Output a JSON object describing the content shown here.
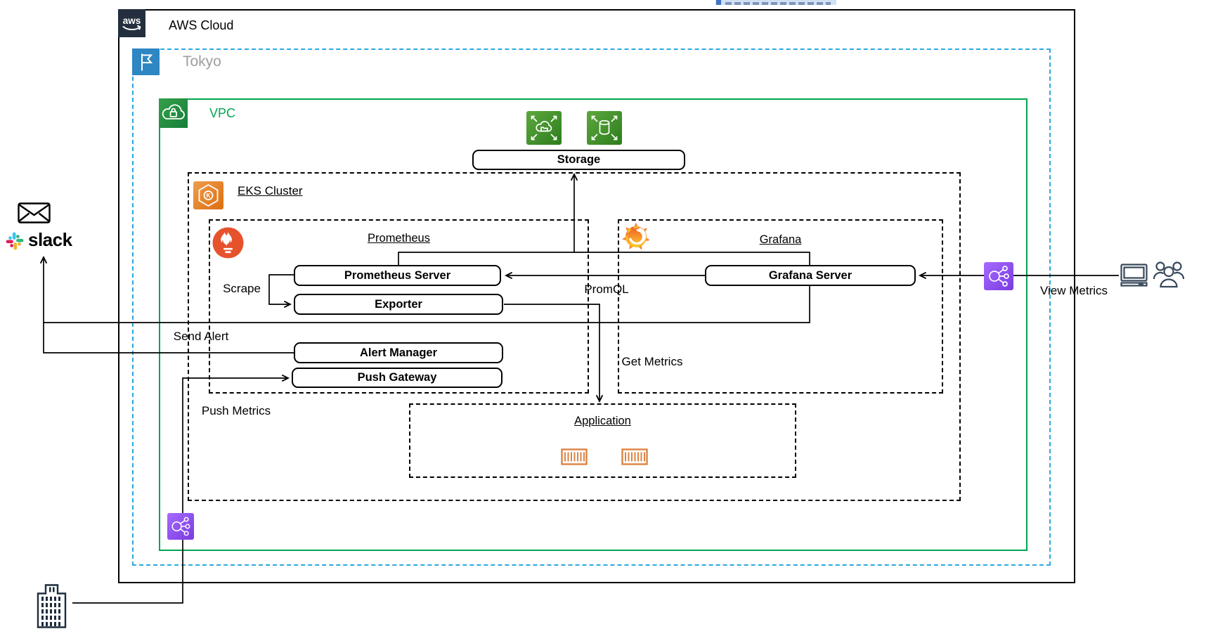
{
  "aws": {
    "logo_text": "aws",
    "cloud_label": "AWS Cloud"
  },
  "region": {
    "label": "Tokyo"
  },
  "vpc": {
    "label": "VPC"
  },
  "eks": {
    "label": "EKS Cluster"
  },
  "groups": {
    "prometheus": "Prometheus",
    "grafana": "Grafana",
    "application": "Application"
  },
  "nodes": {
    "storage": "Storage",
    "prometheus_server": "Prometheus Server",
    "exporter": "Exporter",
    "alert_manager": "Alert Manager",
    "push_gateway": "Push Gateway",
    "grafana_server": "Grafana Server"
  },
  "edges": {
    "scrape": "Scrape",
    "send_alert": "Send Alert",
    "push_metrics": "Push Metrics",
    "promql": "PromQL",
    "get_metrics": "Get Metrics",
    "view_metrics": "View Metrics"
  },
  "external": {
    "slack": "slack"
  },
  "icons": {
    "aws_logo": "aws-smile-logo",
    "region_flag": "region-flag",
    "vpc_cloud": "vpc-cloud-lock",
    "eks": "eks-kubernetes-hexagon",
    "prometheus": "prometheus-torch",
    "grafana": "grafana-spiral",
    "storage_file": "scalable-file-storage",
    "storage_volume": "scalable-block-storage",
    "load_balancer": "elastic-load-balancer",
    "container": "container",
    "mail": "envelope",
    "slack_mark": "slack-logo",
    "company": "office-building",
    "client_pc": "desktop-computer",
    "users": "user-group"
  },
  "colors": {
    "aws_dark": "#232F3E",
    "region_blue": "#2E86C3",
    "region_border_blue": "#2BA9E0",
    "vpc_green": "#00A550",
    "eks_orange": "#ED7100",
    "storage_green": "#3F8624",
    "prometheus_red": "#E6522C",
    "grafana_orange": "#F05A28",
    "elb_purple": "#8C4FFF",
    "container_orange": "#DD8342",
    "slack_blue": "#36C5F0",
    "slack_green": "#2EB67D",
    "slack_yellow": "#ECB22E",
    "slack_red": "#E01E5A"
  }
}
